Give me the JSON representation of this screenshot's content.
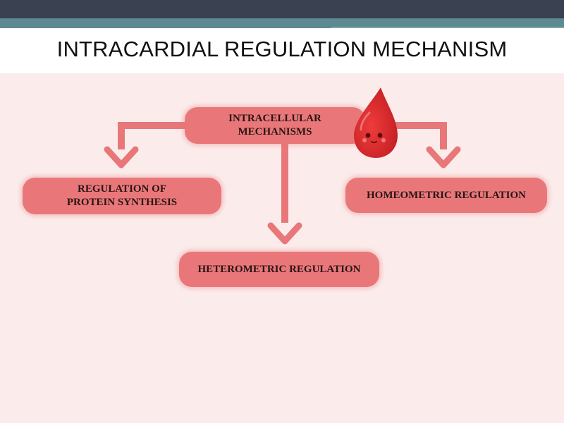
{
  "slide": {
    "title": "INTRACARDIAL REGULATION MECHANISM"
  },
  "diagram": {
    "root": {
      "label": "INTRACELLULAR\nMECHANISMS"
    },
    "children": [
      {
        "id": "left",
        "label": "REGULATION OF\nPROTEIN SYNTHESIS"
      },
      {
        "id": "right",
        "label": "HOMEOMETRIC REGULATION"
      },
      {
        "id": "mid",
        "label": "HETEROMETRIC REGULATION"
      }
    ]
  },
  "colors": {
    "node_fill": "#e97779",
    "arrow": "#e8777a",
    "panel_bg": "#fbeceb",
    "drop": "#d82a2a",
    "topbar": "#3a4150",
    "topbar_accent": "#5d8a92"
  },
  "icons": [
    "blood-drop-icon"
  ]
}
